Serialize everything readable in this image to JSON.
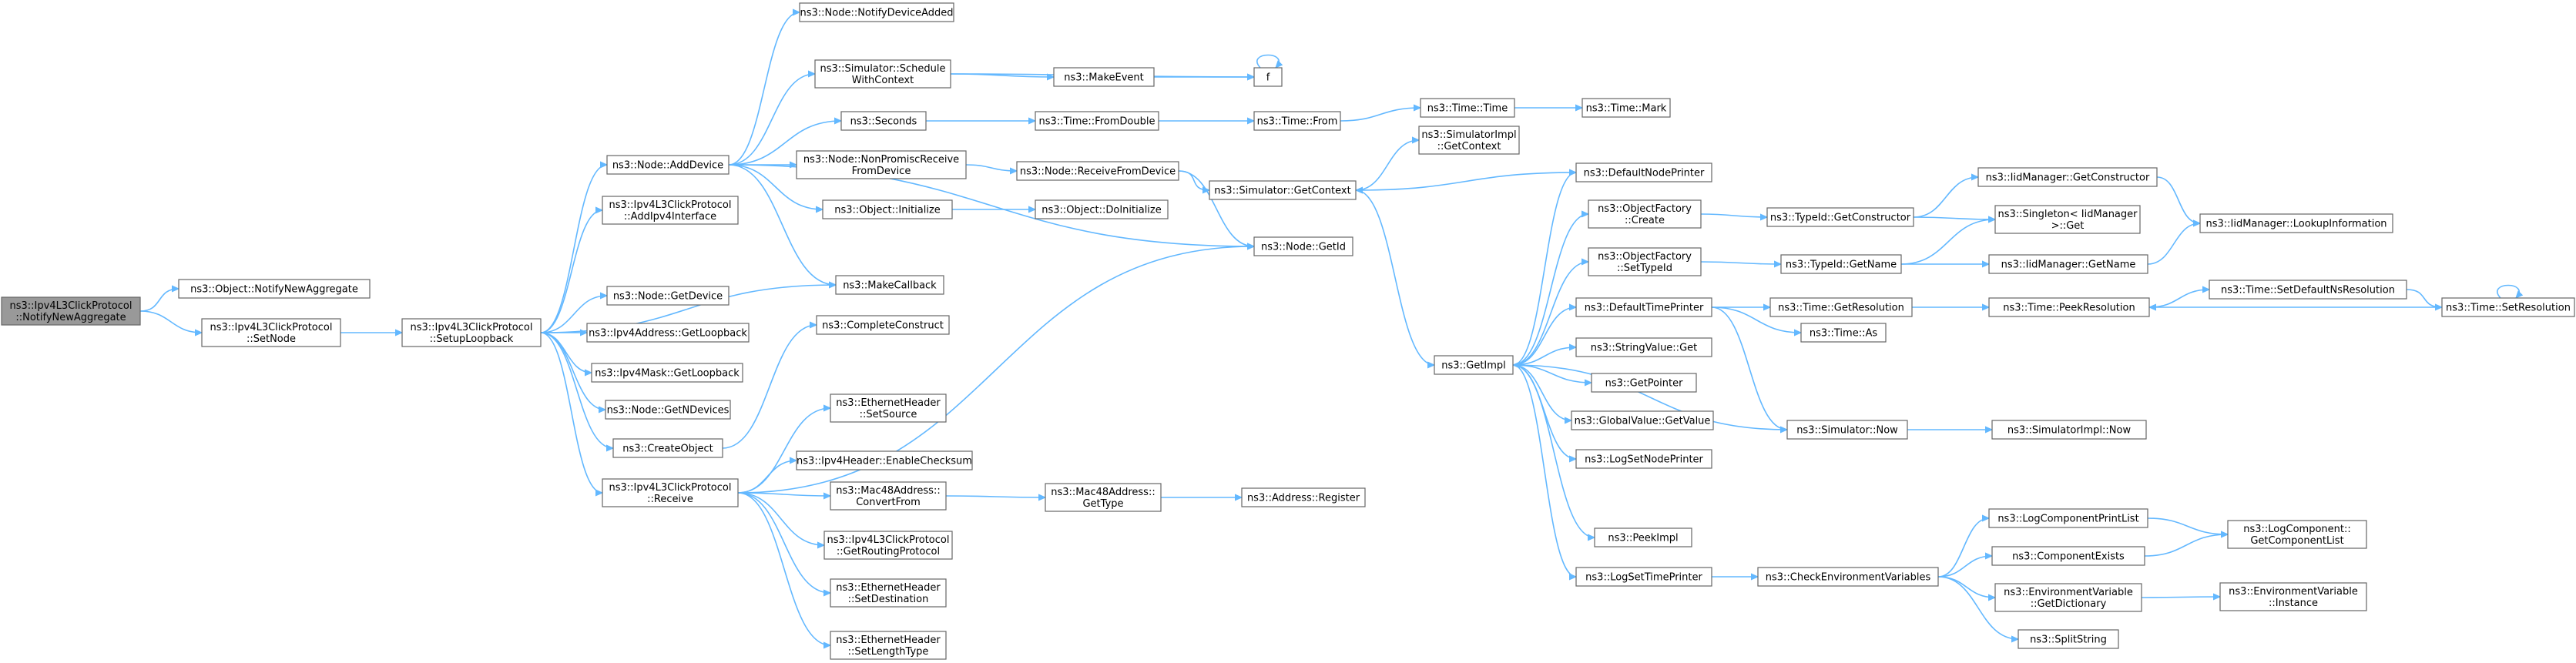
{
  "title": "",
  "colors": {
    "edge": "#63b8ff",
    "node_border": "#666666",
    "root_fill": "#999999",
    "node_fill": "#ffffff"
  },
  "nodes": [
    {
      "id": "notifyNewAggregate",
      "lines": [
        "ns3::Ipv4L3ClickProtocol",
        "::NotifyNewAggregate"
      ],
      "root": true
    },
    {
      "id": "objNotifyNewAggregate",
      "lines": [
        "ns3::Object::NotifyNewAggregate"
      ]
    },
    {
      "id": "setNode",
      "lines": [
        "ns3::Ipv4L3ClickProtocol",
        "::SetNode"
      ]
    },
    {
      "id": "setupLoopback",
      "lines": [
        "ns3::Ipv4L3ClickProtocol",
        "::SetupLoopback"
      ]
    },
    {
      "id": "addDevice",
      "lines": [
        "ns3::Node::AddDevice"
      ]
    },
    {
      "id": "addIpv4Interface",
      "lines": [
        "ns3::Ipv4L3ClickProtocol",
        "::AddIpv4Interface"
      ]
    },
    {
      "id": "makeCallback",
      "lines": [
        "ns3::MakeCallback"
      ]
    },
    {
      "id": "getDevice",
      "lines": [
        "ns3::Node::GetDevice"
      ]
    },
    {
      "id": "ipv4GetLoopback",
      "lines": [
        "ns3::Ipv4Address::GetLoopback"
      ]
    },
    {
      "id": "maskGetLoopback",
      "lines": [
        "ns3::Ipv4Mask::GetLoopback"
      ]
    },
    {
      "id": "getNDevices",
      "lines": [
        "ns3::Node::GetNDevices"
      ]
    },
    {
      "id": "createObject",
      "lines": [
        "ns3::CreateObject"
      ]
    },
    {
      "id": "receive",
      "lines": [
        "ns3::Ipv4L3ClickProtocol",
        "::Receive"
      ]
    },
    {
      "id": "notifyDeviceAdded",
      "lines": [
        "ns3::Node::NotifyDeviceAdded"
      ]
    },
    {
      "id": "scheduleWithContext",
      "lines": [
        "ns3::Simulator::Schedule",
        "WithContext"
      ]
    },
    {
      "id": "seconds",
      "lines": [
        "ns3::Seconds"
      ]
    },
    {
      "id": "nonPromisc",
      "lines": [
        "ns3::Node::NonPromiscReceive",
        "FromDevice"
      ]
    },
    {
      "id": "objInitialize",
      "lines": [
        "ns3::Object::Initialize"
      ]
    },
    {
      "id": "completeConstruct",
      "lines": [
        "ns3::CompleteConstruct"
      ]
    },
    {
      "id": "ethSetSource",
      "lines": [
        "ns3::EthernetHeader",
        "::SetSource"
      ]
    },
    {
      "id": "enableChecksum",
      "lines": [
        "ns3::Ipv4Header::EnableChecksum"
      ]
    },
    {
      "id": "convertFrom",
      "lines": [
        "ns3::Mac48Address::",
        "ConvertFrom"
      ]
    },
    {
      "id": "getRoutingProtocol",
      "lines": [
        "ns3::Ipv4L3ClickProtocol",
        "::GetRoutingProtocol"
      ]
    },
    {
      "id": "ethSetDestination",
      "lines": [
        "ns3::EthernetHeader",
        "::SetDestination"
      ]
    },
    {
      "id": "ethSetLengthType",
      "lines": [
        "ns3::EthernetHeader",
        "::SetLengthType"
      ]
    },
    {
      "id": "makeEvent",
      "lines": [
        "ns3::MakeEvent"
      ]
    },
    {
      "id": "f",
      "lines": [
        "f"
      ]
    },
    {
      "id": "fromDouble",
      "lines": [
        "ns3::Time::FromDouble"
      ]
    },
    {
      "id": "receiveFromDevice",
      "lines": [
        "ns3::Node::ReceiveFromDevice"
      ]
    },
    {
      "id": "doInitialize",
      "lines": [
        "ns3::Object::DoInitialize"
      ]
    },
    {
      "id": "macGetType",
      "lines": [
        "ns3::Mac48Address::",
        "GetType"
      ]
    },
    {
      "id": "timeFrom",
      "lines": [
        "ns3::Time::From"
      ]
    },
    {
      "id": "simGetContext",
      "lines": [
        "ns3::Simulator::GetContext"
      ]
    },
    {
      "id": "nodeGetId",
      "lines": [
        "ns3::Node::GetId"
      ]
    },
    {
      "id": "addrRegister",
      "lines": [
        "ns3::Address::Register"
      ]
    },
    {
      "id": "timeTime",
      "lines": [
        "ns3::Time::Time"
      ]
    },
    {
      "id": "timeMark",
      "lines": [
        "ns3::Time::Mark"
      ]
    },
    {
      "id": "implGetContext",
      "lines": [
        "ns3::SimulatorImpl",
        "::GetContext"
      ]
    },
    {
      "id": "getImpl",
      "lines": [
        "ns3::GetImpl"
      ]
    },
    {
      "id": "defaultNodePrinter",
      "lines": [
        "ns3::DefaultNodePrinter"
      ]
    },
    {
      "id": "ofCreate",
      "lines": [
        "ns3::ObjectFactory",
        "::Create"
      ]
    },
    {
      "id": "ofSetTypeId",
      "lines": [
        "ns3::ObjectFactory",
        "::SetTypeId"
      ]
    },
    {
      "id": "defaultTimePrinter",
      "lines": [
        "ns3::DefaultTimePrinter"
      ]
    },
    {
      "id": "strGet",
      "lines": [
        "ns3::StringValue::Get"
      ]
    },
    {
      "id": "getPointer",
      "lines": [
        "ns3::GetPointer"
      ]
    },
    {
      "id": "globalGetValue",
      "lines": [
        "ns3::GlobalValue::GetValue"
      ]
    },
    {
      "id": "logSetNodePrinter",
      "lines": [
        "ns3::LogSetNodePrinter"
      ]
    },
    {
      "id": "peekImpl",
      "lines": [
        "ns3::PeekImpl"
      ]
    },
    {
      "id": "logSetTimePrinter",
      "lines": [
        "ns3::LogSetTimePrinter"
      ]
    },
    {
      "id": "tidGetConstructor",
      "lines": [
        "ns3::TypeId::GetConstructor"
      ]
    },
    {
      "id": "tidGetName",
      "lines": [
        "ns3::TypeId::GetName"
      ]
    },
    {
      "id": "getResolution",
      "lines": [
        "ns3::Time::GetResolution"
      ]
    },
    {
      "id": "timeAs",
      "lines": [
        "ns3::Time::As"
      ]
    },
    {
      "id": "simNow",
      "lines": [
        "ns3::Simulator::Now"
      ]
    },
    {
      "id": "checkEnv",
      "lines": [
        "ns3::CheckEnvironmentVariables"
      ]
    },
    {
      "id": "iidGetConstructor",
      "lines": [
        "ns3::IidManager::GetConstructor"
      ]
    },
    {
      "id": "singletonGet",
      "lines": [
        "ns3::Singleton< IidManager",
        ">::Get"
      ]
    },
    {
      "id": "iidGetName",
      "lines": [
        "ns3::IidManager::GetName"
      ]
    },
    {
      "id": "peekResolution",
      "lines": [
        "ns3::Time::PeekResolution"
      ]
    },
    {
      "id": "implNow",
      "lines": [
        "ns3::SimulatorImpl::Now"
      ]
    },
    {
      "id": "logCompPrintList",
      "lines": [
        "ns3::LogComponentPrintList"
      ]
    },
    {
      "id": "compExists",
      "lines": [
        "ns3::ComponentExists"
      ]
    },
    {
      "id": "envGetDictionary",
      "lines": [
        "ns3::EnvironmentVariable",
        "::GetDictionary"
      ]
    },
    {
      "id": "splitString",
      "lines": [
        "ns3::SplitString"
      ]
    },
    {
      "id": "lookupInformation",
      "lines": [
        "ns3::IidManager::LookupInformation"
      ]
    },
    {
      "id": "setDefaultNsResolution",
      "lines": [
        "ns3::Time::SetDefaultNsResolution"
      ]
    },
    {
      "id": "setResolution",
      "lines": [
        "ns3::Time::SetResolution"
      ]
    },
    {
      "id": "getComponentList",
      "lines": [
        "ns3::LogComponent::",
        "GetComponentList"
      ]
    },
    {
      "id": "envInstance",
      "lines": [
        "ns3::EnvironmentVariable",
        "::Instance"
      ]
    }
  ],
  "edges": [
    [
      "notifyNewAggregate",
      "objNotifyNewAggregate"
    ],
    [
      "notifyNewAggregate",
      "setNode"
    ],
    [
      "setNode",
      "setupLoopback"
    ],
    [
      "setupLoopback",
      "addDevice"
    ],
    [
      "setupLoopback",
      "addIpv4Interface"
    ],
    [
      "setupLoopback",
      "makeCallback"
    ],
    [
      "setupLoopback",
      "getDevice"
    ],
    [
      "setupLoopback",
      "ipv4GetLoopback"
    ],
    [
      "setupLoopback",
      "maskGetLoopback"
    ],
    [
      "setupLoopback",
      "getNDevices"
    ],
    [
      "setupLoopback",
      "createObject"
    ],
    [
      "setupLoopback",
      "receive"
    ],
    [
      "addDevice",
      "notifyDeviceAdded"
    ],
    [
      "addDevice",
      "scheduleWithContext"
    ],
    [
      "addDevice",
      "seconds"
    ],
    [
      "addDevice",
      "nonPromisc"
    ],
    [
      "addDevice",
      "objInitialize"
    ],
    [
      "addDevice",
      "makeCallback"
    ],
    [
      "addDevice",
      "nodeGetId"
    ],
    [
      "createObject",
      "completeConstruct"
    ],
    [
      "receive",
      "nodeGetId"
    ],
    [
      "receive",
      "ethSetSource"
    ],
    [
      "receive",
      "enableChecksum"
    ],
    [
      "receive",
      "convertFrom"
    ],
    [
      "receive",
      "getRoutingProtocol"
    ],
    [
      "receive",
      "ethSetDestination"
    ],
    [
      "receive",
      "ethSetLengthType"
    ],
    [
      "scheduleWithContext",
      "makeEvent"
    ],
    [
      "scheduleWithContext",
      "f"
    ],
    [
      "makeEvent",
      "f"
    ],
    [
      "f",
      "f"
    ],
    [
      "seconds",
      "fromDouble"
    ],
    [
      "fromDouble",
      "timeFrom"
    ],
    [
      "timeFrom",
      "timeTime"
    ],
    [
      "timeTime",
      "timeMark"
    ],
    [
      "nonPromisc",
      "receiveFromDevice"
    ],
    [
      "receiveFromDevice",
      "simGetContext"
    ],
    [
      "receiveFromDevice",
      "nodeGetId"
    ],
    [
      "objInitialize",
      "doInitialize"
    ],
    [
      "convertFrom",
      "macGetType"
    ],
    [
      "macGetType",
      "addrRegister"
    ],
    [
      "simGetContext",
      "implGetContext"
    ],
    [
      "simGetContext",
      "getImpl"
    ],
    [
      "defaultNodePrinter",
      "simGetContext"
    ],
    [
      "getImpl",
      "defaultNodePrinter"
    ],
    [
      "getImpl",
      "ofCreate"
    ],
    [
      "getImpl",
      "ofSetTypeId"
    ],
    [
      "getImpl",
      "defaultTimePrinter"
    ],
    [
      "getImpl",
      "strGet"
    ],
    [
      "getImpl",
      "getPointer"
    ],
    [
      "getImpl",
      "globalGetValue"
    ],
    [
      "getImpl",
      "logSetNodePrinter"
    ],
    [
      "getImpl",
      "peekImpl"
    ],
    [
      "getImpl",
      "logSetTimePrinter"
    ],
    [
      "simNow",
      "getImpl"
    ],
    [
      "ofCreate",
      "tidGetConstructor"
    ],
    [
      "ofSetTypeId",
      "tidGetName"
    ],
    [
      "defaultTimePrinter",
      "getResolution"
    ],
    [
      "defaultTimePrinter",
      "timeAs"
    ],
    [
      "defaultTimePrinter",
      "simNow"
    ],
    [
      "logSetTimePrinter",
      "checkEnv"
    ],
    [
      "tidGetConstructor",
      "iidGetConstructor"
    ],
    [
      "tidGetConstructor",
      "singletonGet"
    ],
    [
      "tidGetName",
      "singletonGet"
    ],
    [
      "tidGetName",
      "iidGetName"
    ],
    [
      "iidGetConstructor",
      "lookupInformation"
    ],
    [
      "iidGetName",
      "lookupInformation"
    ],
    [
      "getResolution",
      "peekResolution"
    ],
    [
      "peekResolution",
      "setDefaultNsResolution"
    ],
    [
      "setDefaultNsResolution",
      "setResolution"
    ],
    [
      "setResolution",
      "peekResolution"
    ],
    [
      "setResolution",
      "setResolution"
    ],
    [
      "simNow",
      "implNow"
    ],
    [
      "checkEnv",
      "logCompPrintList"
    ],
    [
      "checkEnv",
      "compExists"
    ],
    [
      "checkEnv",
      "envGetDictionary"
    ],
    [
      "checkEnv",
      "splitString"
    ],
    [
      "logCompPrintList",
      "getComponentList"
    ],
    [
      "compExists",
      "getComponentList"
    ],
    [
      "envGetDictionary",
      "envInstance"
    ]
  ]
}
